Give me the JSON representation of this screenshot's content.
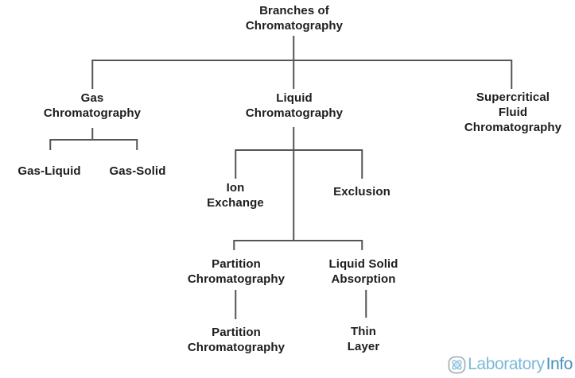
{
  "diagram": {
    "title": "Branches of\nChromatography",
    "nodes": {
      "gas": "Gas\nChromatography",
      "liquid": "Liquid\nChromatography",
      "supercritical": "Supercritical\nFluid\nChromatography",
      "gas_liquid": "Gas-Liquid",
      "gas_solid": "Gas-Solid",
      "ion_exchange": "Ion\nExchange",
      "exclusion": "Exclusion",
      "partition": "Partition\nChromatography",
      "liquid_solid_absorption": "Liquid Solid\nAbsorption",
      "partition_child": "Partition\nChromatography",
      "thin_layer": "Thin\nLayer"
    },
    "colors": {
      "background": "#ffffff",
      "line": "#555555",
      "text": "#1d1d1d"
    }
  },
  "logo": {
    "icon": "atom-icon",
    "brand_primary": "Laboratory",
    "brand_secondary": "Info",
    "color_primary": "#7cb8da",
    "color_secondary": "#4890b8",
    "icon_outline_color": "#a8adb3",
    "icon_inner_color": "#8fc2e0"
  }
}
